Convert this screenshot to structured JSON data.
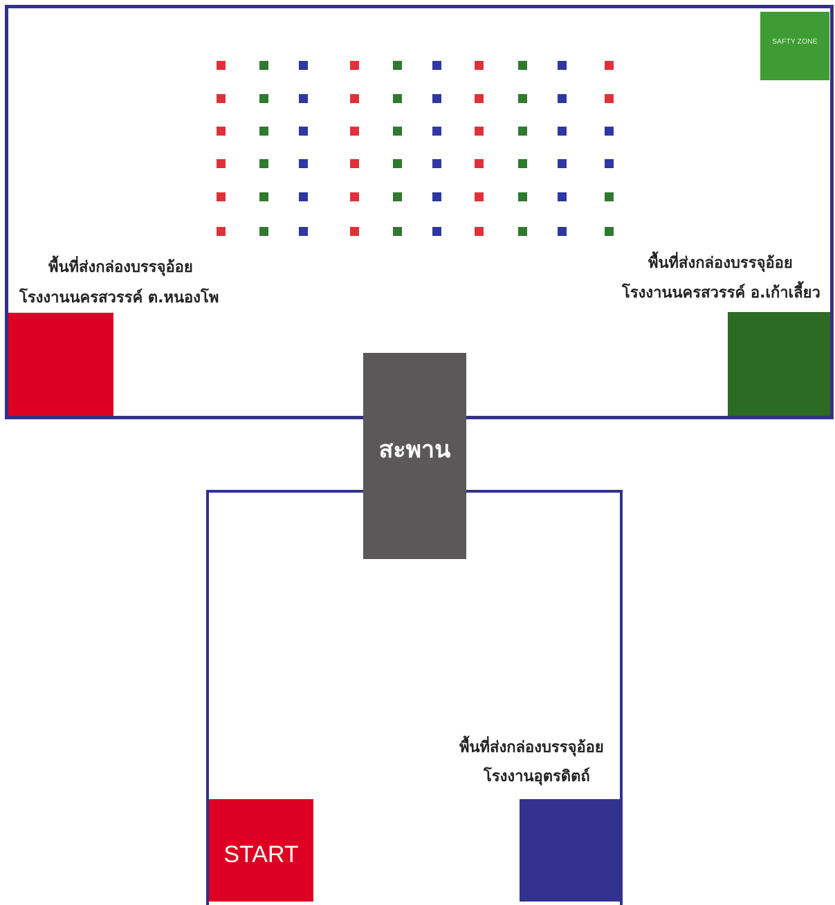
{
  "colors": {
    "wall": "#33318a",
    "red": "#de0022",
    "green": "#2b6b23",
    "blue": "#333190",
    "safety": "#3f9c35",
    "bridge": "#5a5858",
    "cube_red": "#e0313a",
    "cube_green": "#2f7a2e",
    "cube_blue": "#2f37a3"
  },
  "safety_zone": {
    "label": "SAFTY ZONE"
  },
  "bridge": {
    "label": "สะพาน"
  },
  "start_zone": {
    "label": "START"
  },
  "left_red_zone": {
    "caption_line1": "พื้นที่ส่งกล่องบรรจุอ้อย",
    "caption_line2": "โรงงานนครสวรรค์  ต.หนองโพ"
  },
  "right_green_zone": {
    "caption_line1": "พื้นที่ส่งกล่องบรรจุอ้อย",
    "caption_line2": "โรงงานนครสวรรค์ อ.เก้าเลี้ยว"
  },
  "blue_zone": {
    "caption_line1": "พื้นที่ส่งกล่องบรรจุอ้อย",
    "caption_line2": "โรงงานอุตรดิตถ์"
  },
  "cube_grid": {
    "rows": [
      [
        "R",
        "G",
        "B",
        "R",
        "G",
        "B",
        "R",
        "G",
        "B",
        "R"
      ],
      [
        "R",
        "G",
        "B",
        "R",
        "G",
        "B",
        "R",
        "G",
        "B",
        "R"
      ],
      [
        "R",
        "G",
        "B",
        "R",
        "G",
        "B",
        "R",
        "G",
        "B",
        "B"
      ],
      [
        "R",
        "G",
        "B",
        "R",
        "G",
        "B",
        "R",
        "G",
        "B",
        "B"
      ],
      [
        "R",
        "G",
        "B",
        "R",
        "G",
        "B",
        "R",
        "G",
        "B",
        "G"
      ],
      [
        "R",
        "G",
        "B",
        "R",
        "G",
        "B",
        "R",
        "G",
        "B",
        "G"
      ]
    ]
  }
}
